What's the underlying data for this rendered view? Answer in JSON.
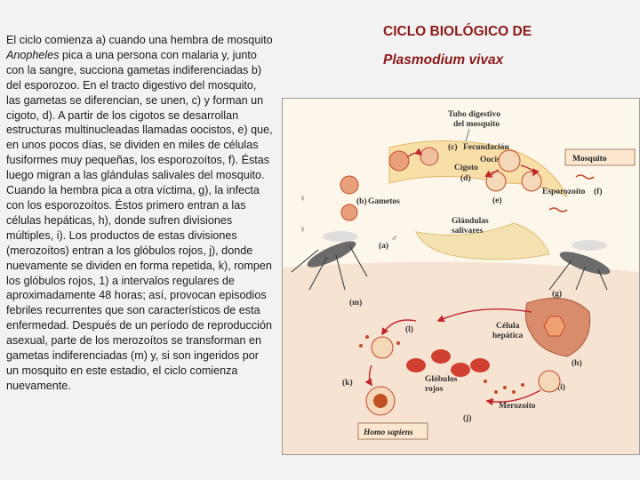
{
  "text": {
    "p1": "El ciclo comienza a) cuando una hembra de mosquito ",
    "species": "Anopheles",
    "p2": " pica a una persona con malaria y, junto con la sangre, succiona gametas indiferenciadas b) del esporozoo. En el tracto digestivo del mosquito, las gametas se diferencian, se unen, c) y forman un cigoto, d). A partir de los cigotos se desarrollan estructuras multinucleadas llamadas oocistos, e) que, en unos pocos días, se dividen en miles de células fusiformes muy pequeñas, los esporozoítos, f). Éstas luego migran a las glándulas salivales del mosquito. Cuando la hembra pica a otra víctima, g), la infecta con los esporozoítos. Éstos primero entran a las células hepáticas, h), donde sufren divisiones múltiples, i). Los productos de estas divisiones (merozoítos) entran a los glóbulos rojos, j), donde nuevamente se dividen en forma repetida, k), rompen los glóbulos rojos, 1) a intervalos regulares de aproximadamente 48 horas; así, provocan episodios febriles recurrentes que son característicos de esta enfermedad. Después de un período de reproducción asexual, parte de los merozoítos se transforman en gametas indiferenciadas (m) y, si son ingeridos por un mosquito en este estadio, el ciclo comienza nuevamente."
  },
  "title": {
    "line1": "CICLO BIOLÓGICO DE",
    "line2": "Plasmodium vivax"
  },
  "figure": {
    "labels": {
      "tube1": "Tubo digestivo",
      "tube2": "del mosquito",
      "c": "(c)",
      "fec": "Fecundación",
      "oocisto": "Oocisto",
      "cigoto": "Cigoto",
      "d": "(d)",
      "mosquito": "Mosquito",
      "b": "(b)",
      "gametos": "Gametos",
      "e": "(e)",
      "esporozoito": "Esporozoíto",
      "f": "(f)",
      "gland1": "Glándulas",
      "gland2": "salivares",
      "a": "(a)",
      "g": "(g)",
      "m": "(m)",
      "celula1": "Célula",
      "celula2": "hepática",
      "l": "(l)",
      "h": "(h)",
      "k": "(k)",
      "glob1": "Glóbulos",
      "glob2": "rojos",
      "i": "(i)",
      "merozoito": "Merozoito",
      "j": "(j)",
      "homo": "Homo sapiens"
    },
    "colors": {
      "top_bg": "#fdf3e0",
      "bottom_bg": "#f7e2cf",
      "cell": "#e8a07a",
      "cell_dark": "#c0492d",
      "arrow": "#c0272d",
      "box": "#fde7cf"
    }
  }
}
